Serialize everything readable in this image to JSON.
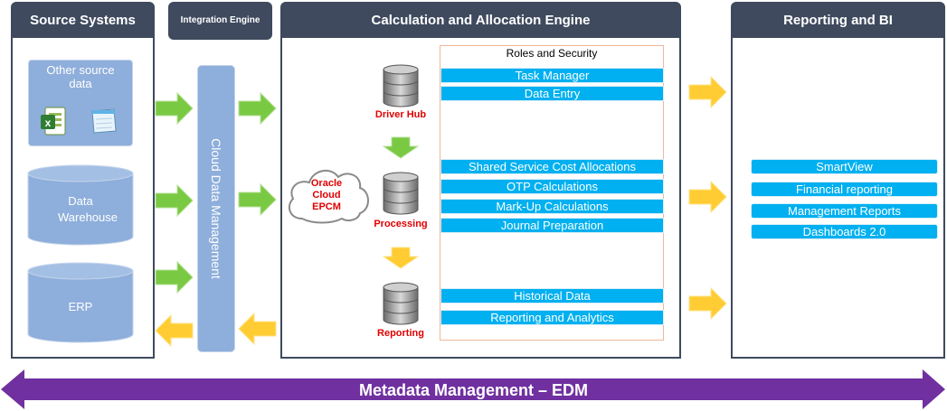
{
  "headers": {
    "source": "Source Systems",
    "integration": "Integration Engine",
    "engine": "Calculation and Allocation Engine",
    "reporting": "Reporting and BI"
  },
  "source_tiles": {
    "other": "Other source data",
    "warehouse": "Data Warehouse",
    "erp": "ERP"
  },
  "integration_bar_label": "Cloud Data Management",
  "cloud_label": "Oracle Cloud EPCM",
  "databases": {
    "driver_hub": "Driver Hub",
    "processing": "Processing",
    "reporting": "Reporting"
  },
  "roles_title": "Roles and Security",
  "engine_items": {
    "group1": [
      "Task Manager",
      "Data Entry"
    ],
    "group2": [
      "Shared Service Cost Allocations",
      "OTP Calculations",
      "Mark-Up Calculations",
      "Journal Preparation"
    ],
    "group3": [
      "Historical Data",
      "Reporting and Analytics"
    ]
  },
  "reporting_items": [
    "SmartView",
    "Financial reporting",
    "Management Reports",
    "Dashboards 2.0"
  ],
  "metadata_label": "Metadata Management – EDM",
  "icons": {
    "excel": "excel-file-icon",
    "notepad": "notepad-file-icon",
    "database": "database-icon",
    "cloud": "cloud-icon"
  },
  "colors": {
    "header_bg": "#3f4a5e",
    "tile_bg": "#8eaedb",
    "item_bar": "#00b0f0",
    "green_arrow": "#7ac943",
    "yellow_arrow": "#ffcc33",
    "metadata_arrow": "#7030a0",
    "db_label": "#e00000"
  }
}
